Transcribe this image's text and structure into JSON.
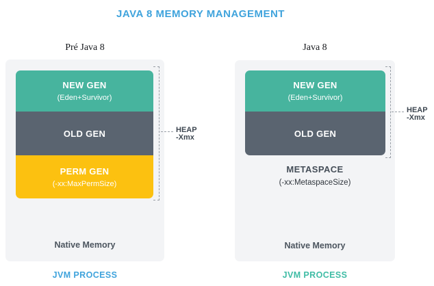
{
  "title": "JAVA 8 MEMORY MANAGEMENT",
  "palette": {
    "title_blue": "#3FA3DC",
    "new_gen_teal": "#47B49E",
    "old_gen_slate": "#5A6470",
    "perm_gen_yellow": "#FCC110",
    "panel_gray": "#F3F4F6",
    "process_label_blue": "#3FA3DC",
    "process_label_teal": "#3FBCA5",
    "bracket_gray": "#989EA6"
  },
  "columns": [
    {
      "header": "Pré Java 8",
      "blocks": [
        {
          "label": "NEW GEN",
          "sublabel": "(Eden+Survivor)"
        },
        {
          "label": "OLD GEN"
        },
        {
          "label": "PERM GEN",
          "sublabel": "(-xx:MaxPermSize)"
        }
      ],
      "native_memory": "Native Memory",
      "process_label": "JVM PROCESS",
      "heap": {
        "line1": "HEAP",
        "line2": "-Xmx"
      }
    },
    {
      "header": "Java 8",
      "blocks": [
        {
          "label": "NEW GEN",
          "sublabel": "(Eden+Survivor)"
        },
        {
          "label": "OLD GEN"
        }
      ],
      "metaspace": {
        "label": "METASPACE",
        "sublabel": "(-xx:MetaspaceSize)"
      },
      "native_memory": "Native Memory",
      "process_label": "JVM PROCESS",
      "heap": {
        "line1": "HEAP",
        "line2": "-Xmx"
      }
    }
  ]
}
